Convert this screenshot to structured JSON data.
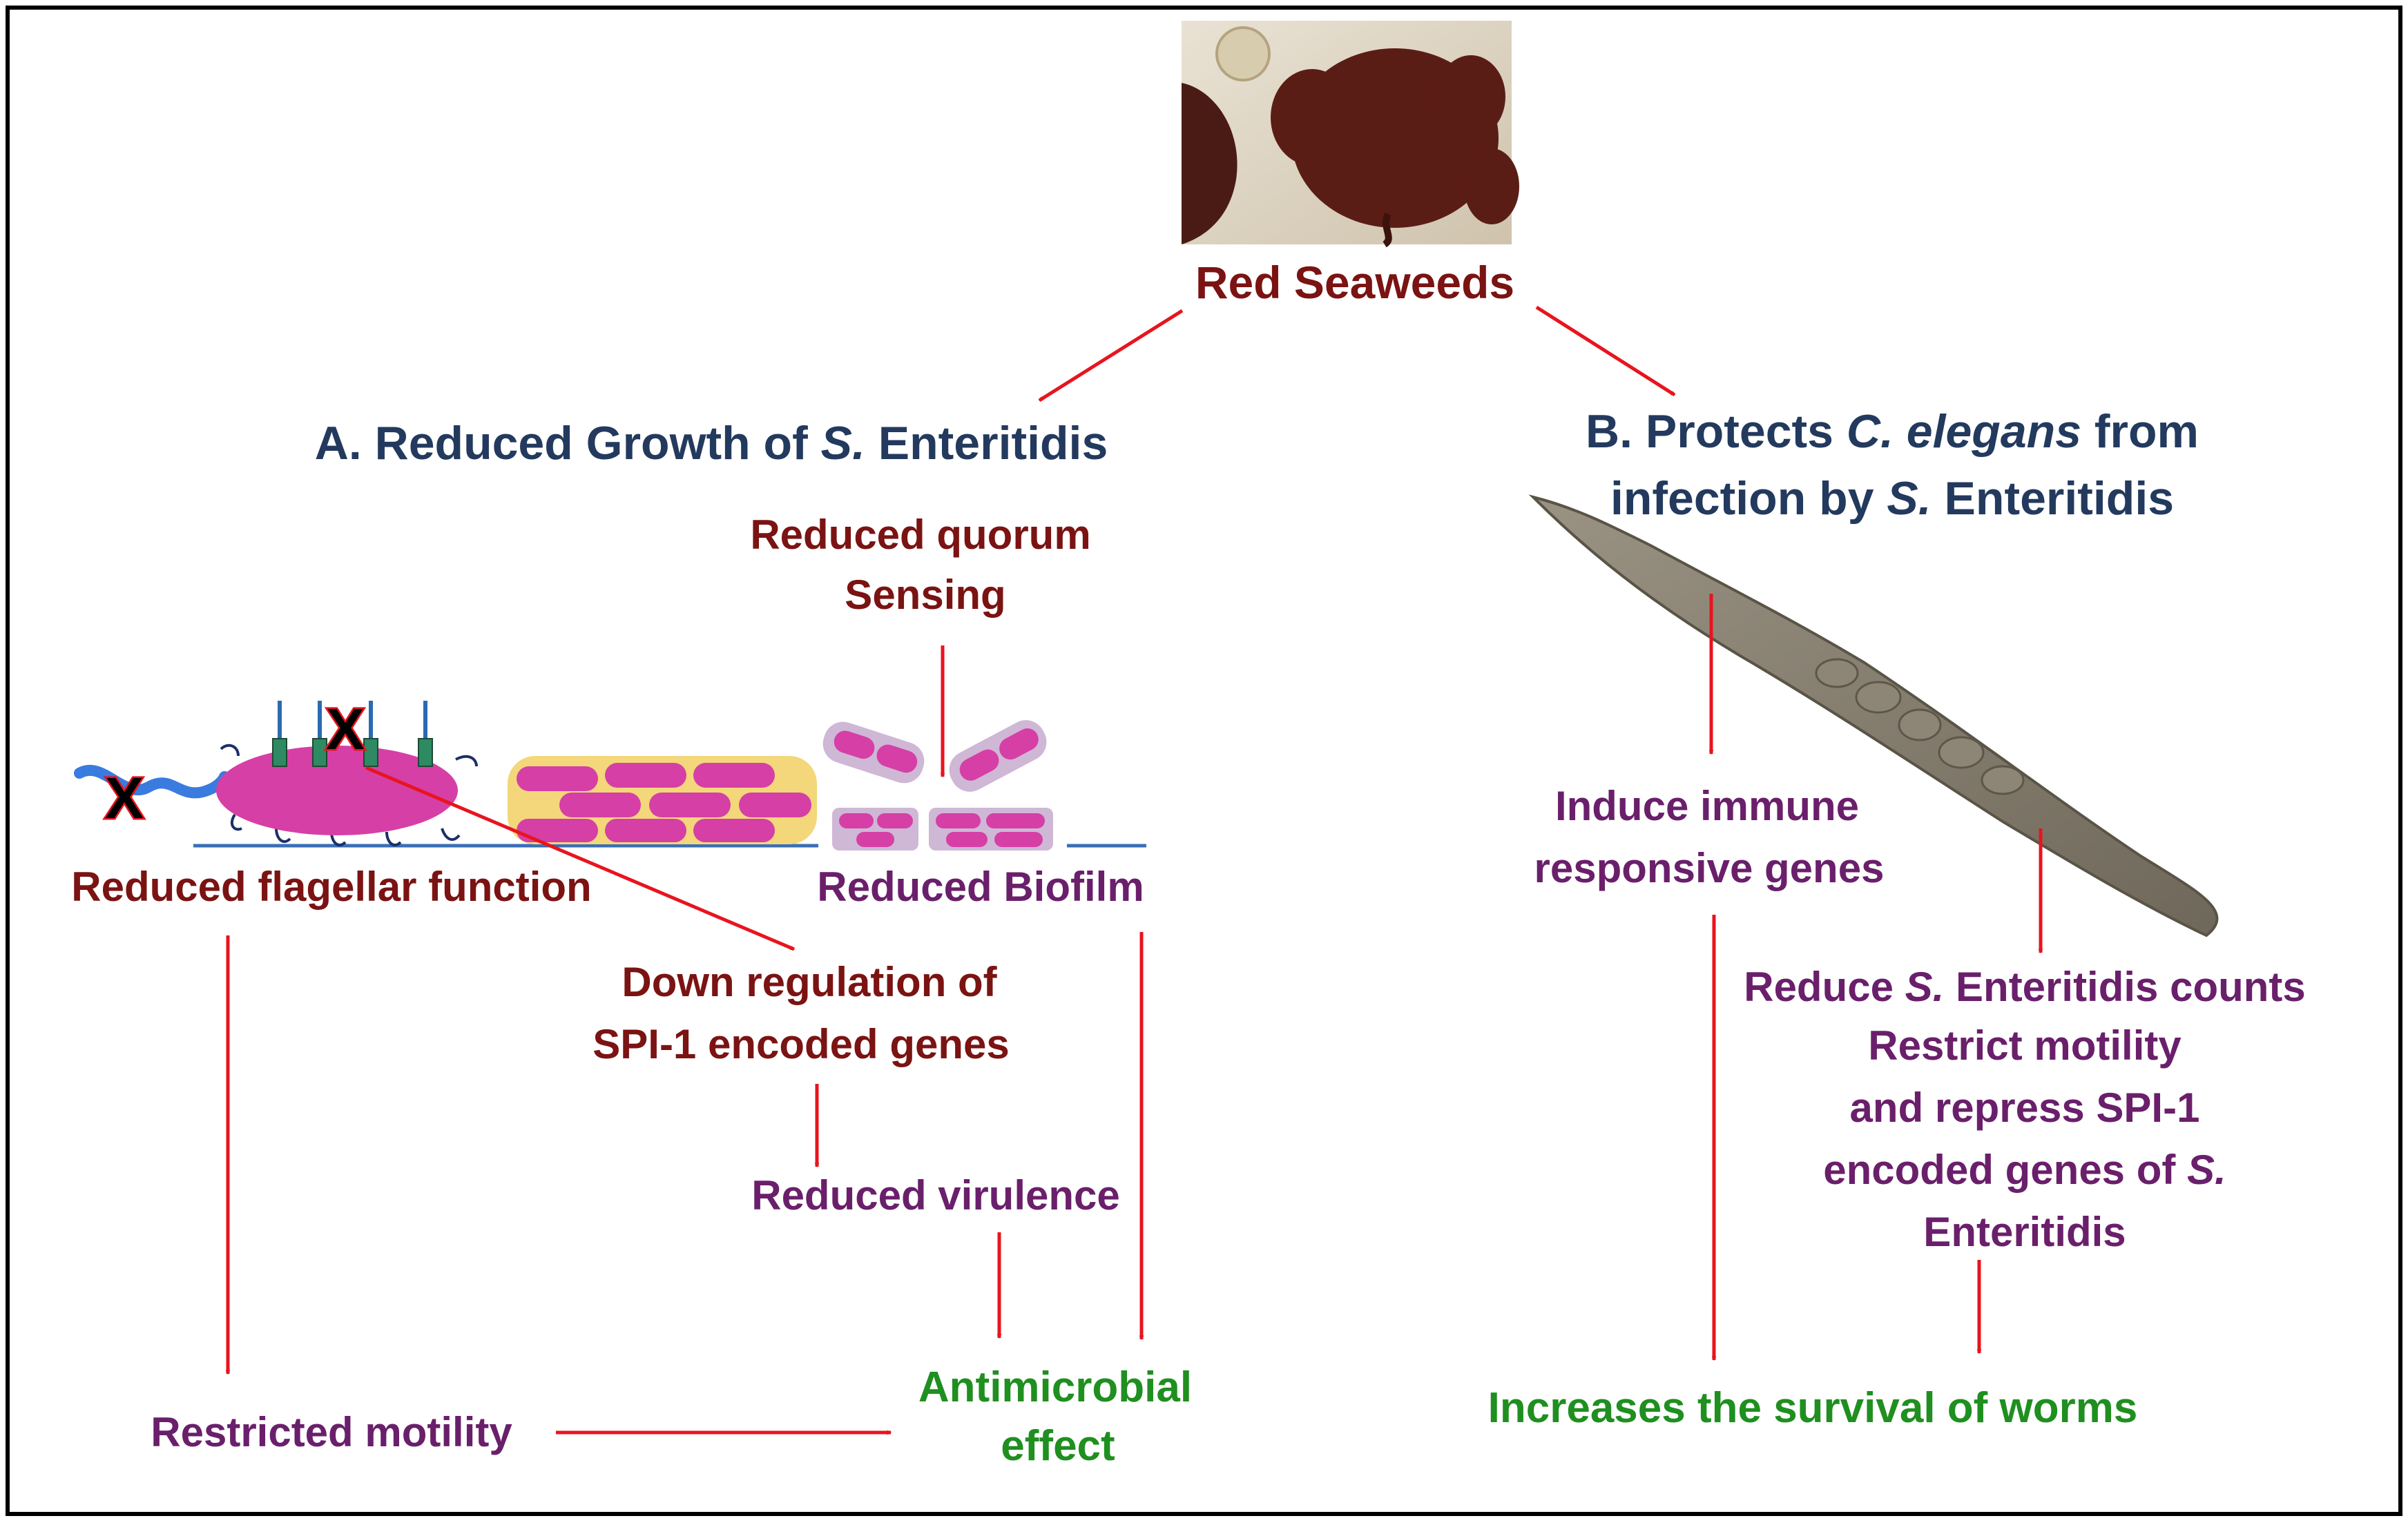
{
  "colors": {
    "dark_red": "#7b1313",
    "navy": "#233a5e",
    "purple": "#6a1f6b",
    "green": "#1f8f1f",
    "arrow_red": "#e8141e",
    "bacteria_pink": "#d63fa6",
    "biofilm_yellow": "#f3d77a"
  },
  "top": {
    "title": "Red Seaweeds"
  },
  "branch_a": {
    "heading_prefix": "A. Reduced Growth of ",
    "heading_italic": "S.",
    "heading_suffix": " Enteritidis",
    "quorum_line1": "Reduced quorum",
    "quorum_line2": "Sensing",
    "flagellar": "Reduced flagellar function",
    "biofilm": "Reduced Biofilm",
    "spi_line1": "Down regulation of",
    "spi_line2": "SPI-1 encoded genes",
    "virulence": "Reduced virulence",
    "motility": "Restricted motility",
    "antimicrobial_line1": "Antimicrobial",
    "antimicrobial_line2": "effect",
    "cross_mark": "X"
  },
  "branch_b": {
    "heading1_prefix": "B. Protects ",
    "heading1_italic": "C. elegans",
    "heading1_suffix": " from",
    "heading2_prefix": "infection by ",
    "heading2_italic": "S.",
    "heading2_suffix": " Enteritidis",
    "immune_line1": "Induce immune",
    "immune_line2": "responsive genes",
    "reduce_prefix": "Reduce ",
    "reduce_italic": "S.",
    "reduce_suffix": " Enteritidis counts",
    "restrict_line1": "Restrict motility",
    "restrict_line2": "and repress  SPI-1",
    "restrict_line3_prefix": "encoded genes of ",
    "restrict_line3_italic": "S.",
    "restrict_line4": "Enteritidis",
    "survival": "Increases the survival of worms"
  }
}
